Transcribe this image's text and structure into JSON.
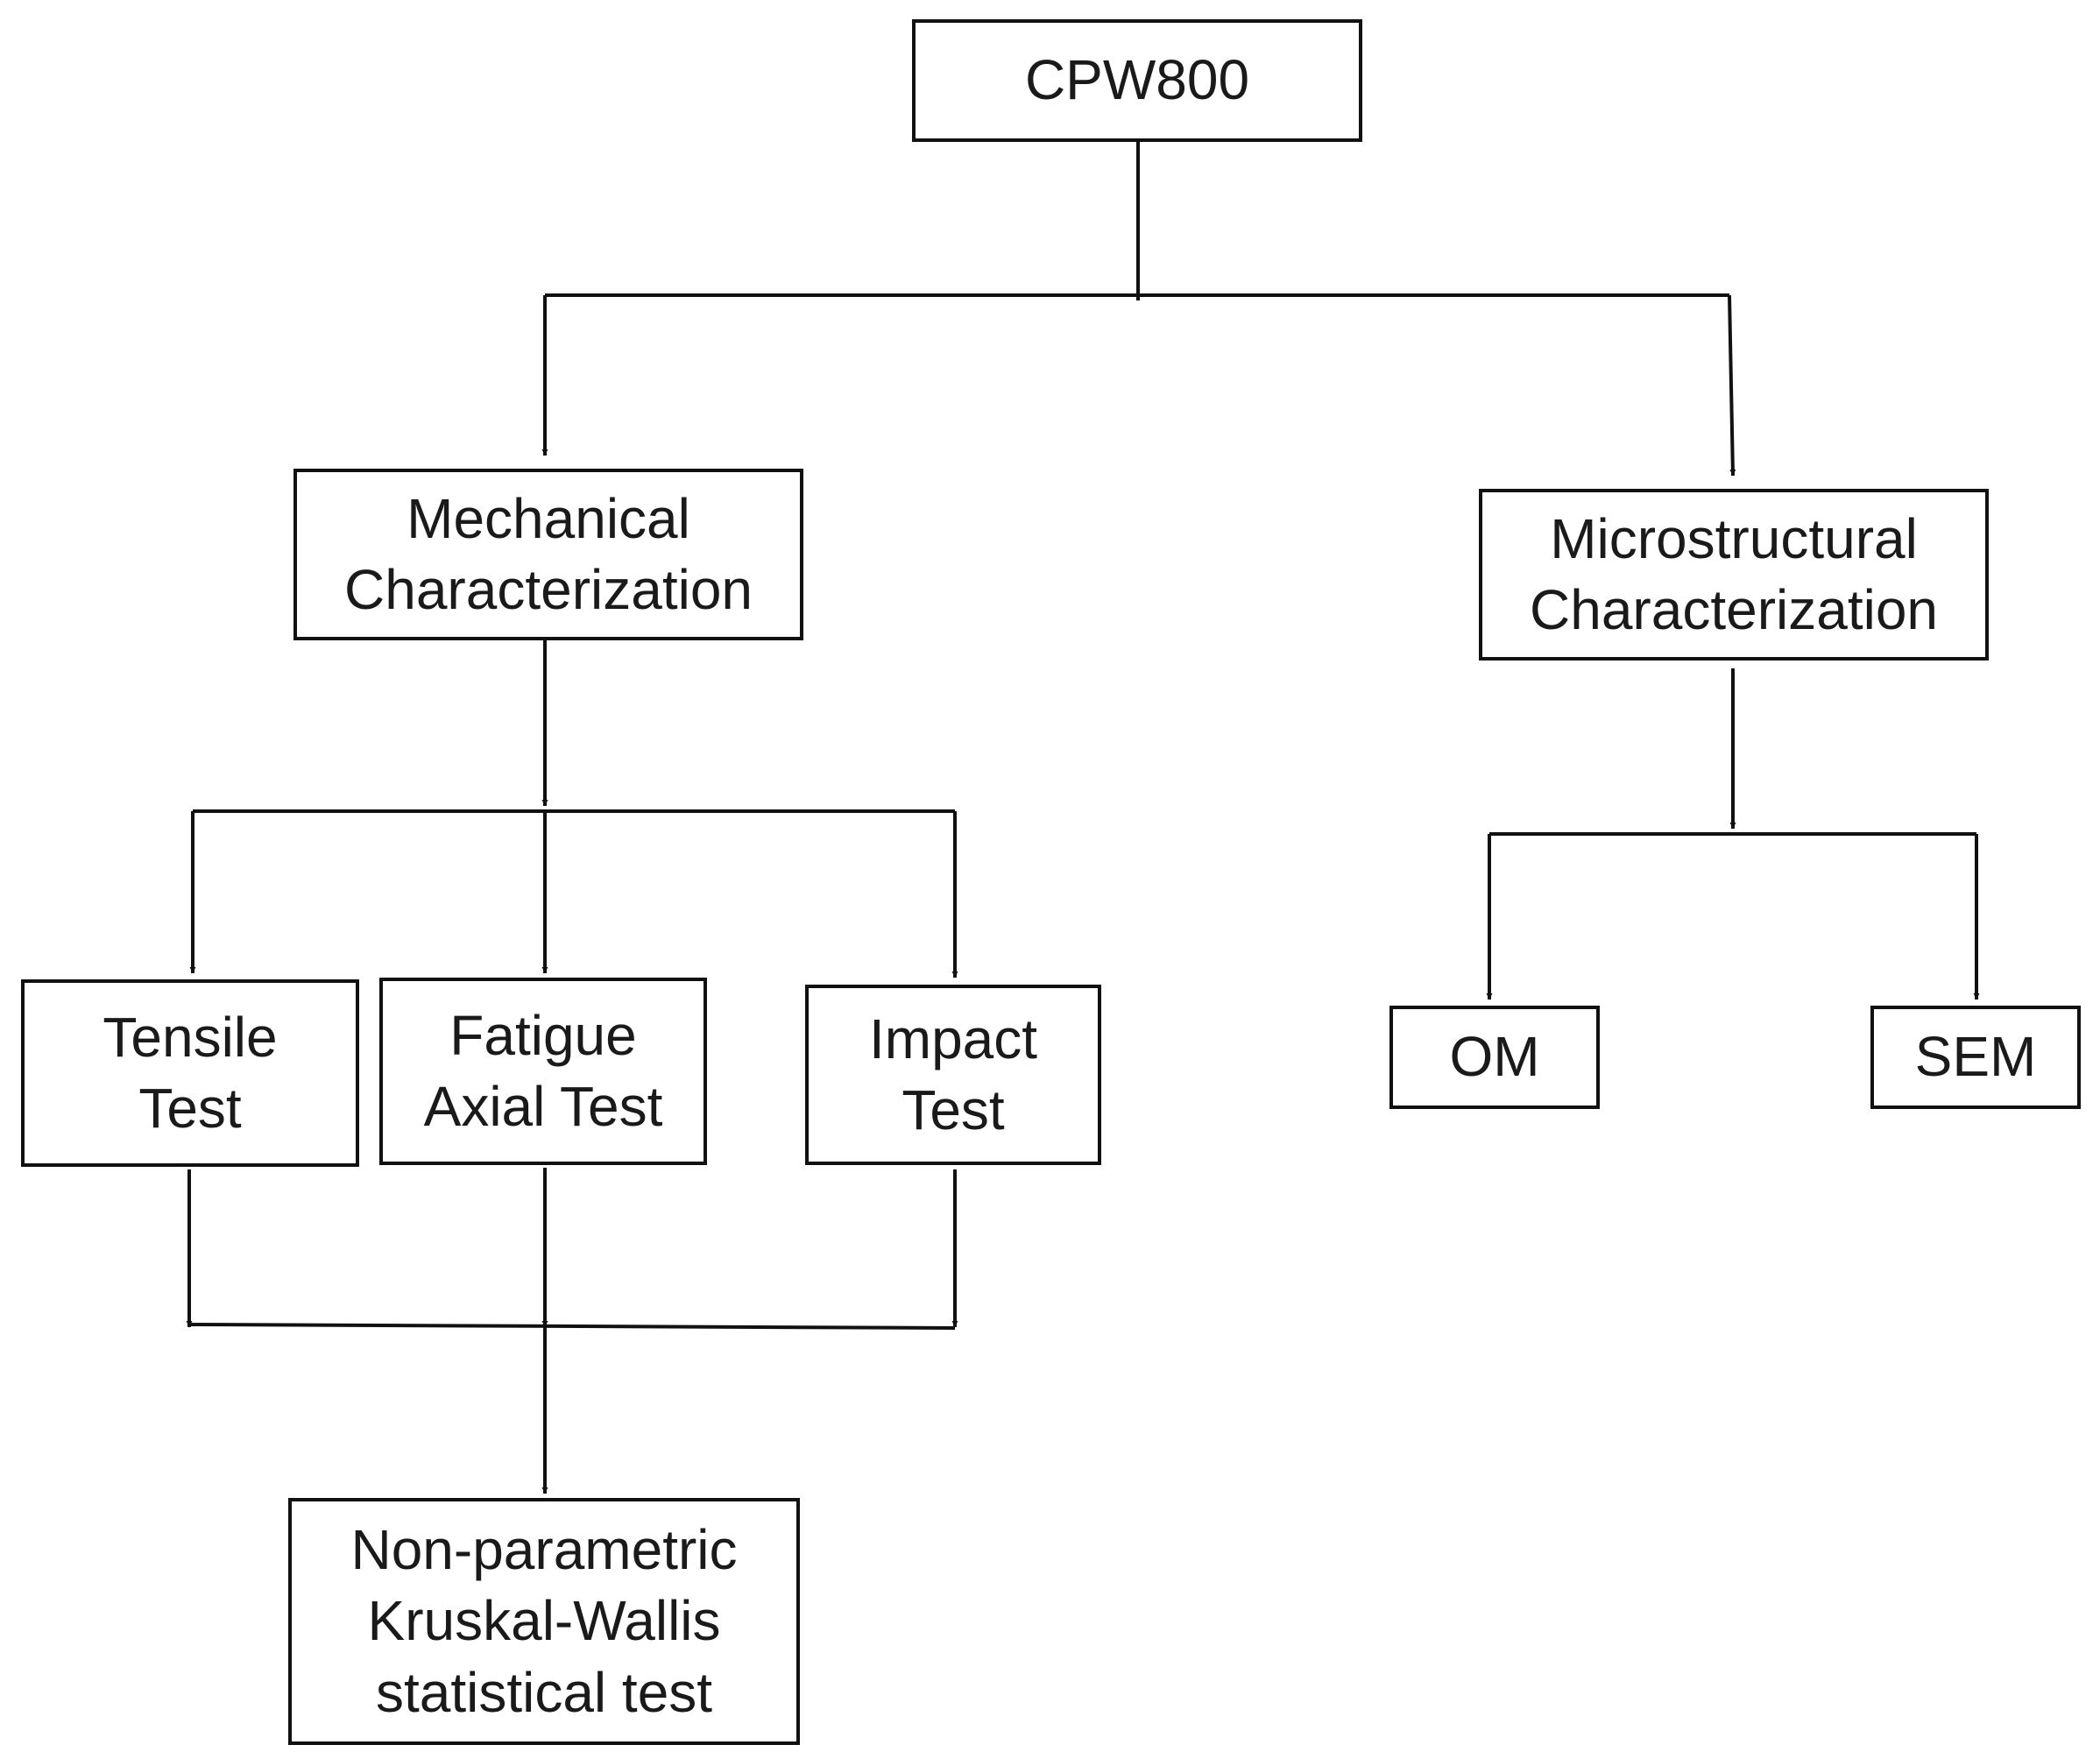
{
  "nodes": {
    "root": {
      "lines": [
        "CPW800"
      ]
    },
    "mechanical": {
      "lines": [
        "Mechanical",
        "Characterization"
      ]
    },
    "microstructural": {
      "lines": [
        "Microstructural",
        "Characterization"
      ]
    },
    "tensile": {
      "lines": [
        "Tensile",
        "Test"
      ]
    },
    "fatigue": {
      "lines": [
        "Fatigue",
        "Axial Test"
      ]
    },
    "impact": {
      "lines": [
        "Impact",
        "Test"
      ]
    },
    "om": {
      "lines": [
        "OM"
      ]
    },
    "sem": {
      "lines": [
        "SEM"
      ]
    },
    "kruskal": {
      "lines": [
        "Non-parametric",
        "Kruskal-Wallis",
        "statistical test"
      ]
    }
  },
  "colors": {
    "line": "#111111",
    "text": "#1a1a1a",
    "background": "#ffffff"
  }
}
